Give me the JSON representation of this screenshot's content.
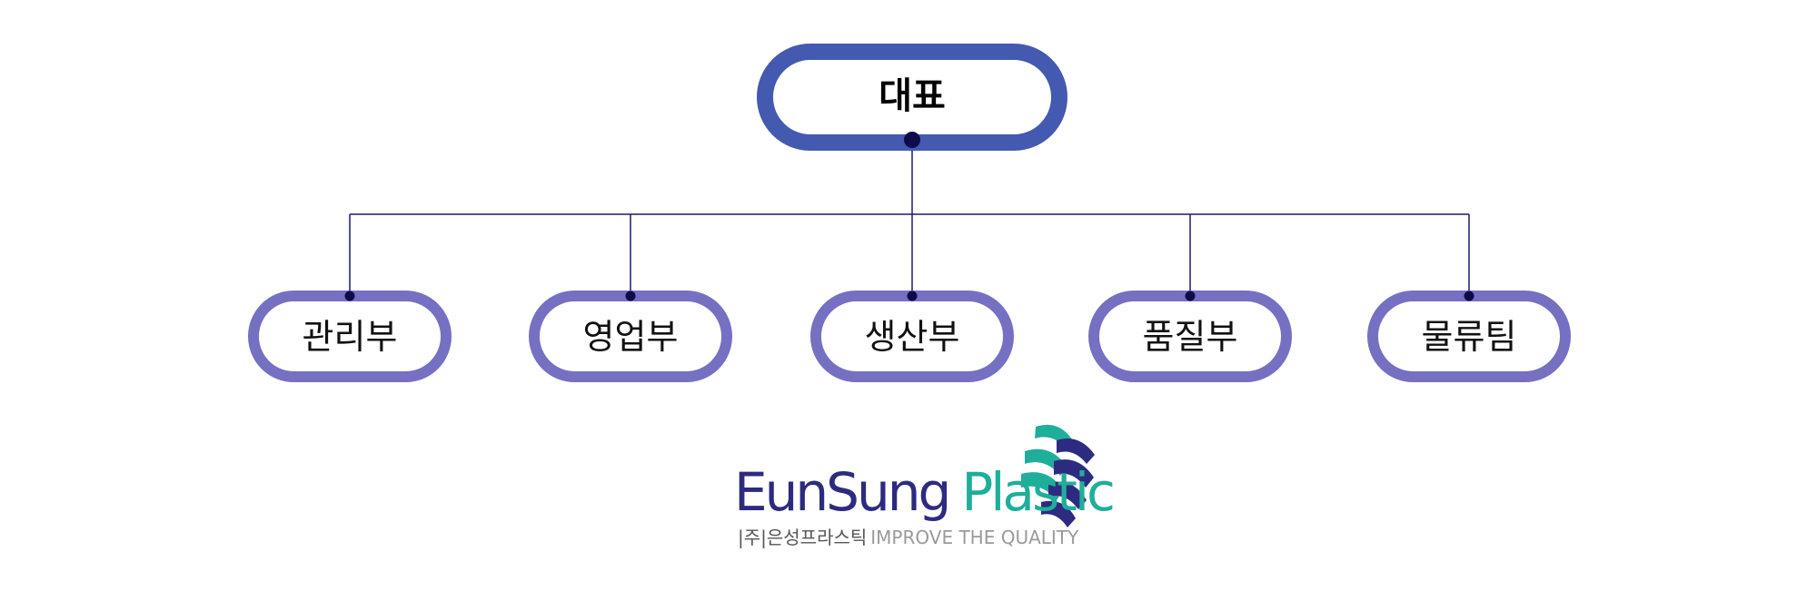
{
  "colors": {
    "root_border": "#4459b0",
    "dept_border": "#7670c2",
    "connector": "#1c1a70",
    "dot": "#0d0b4a",
    "logo_dark": "#2d2b80",
    "logo_teal": "#1fae9a",
    "logo_grey": "#9a9a9a"
  },
  "diagram": {
    "root": {
      "label": "대표"
    },
    "departments": [
      {
        "label": "관리부"
      },
      {
        "label": "영업부"
      },
      {
        "label": "생산부"
      },
      {
        "label": "품질부"
      },
      {
        "label": "물류팀"
      }
    ]
  },
  "logo": {
    "name_part1": "EunSung",
    "name_part2": "Plastic",
    "tagline_korean": "|주|은성프라스틱",
    "tagline_english": "IMPROVE THE QUALITY",
    "icon": "layered-stripes-icon"
  }
}
